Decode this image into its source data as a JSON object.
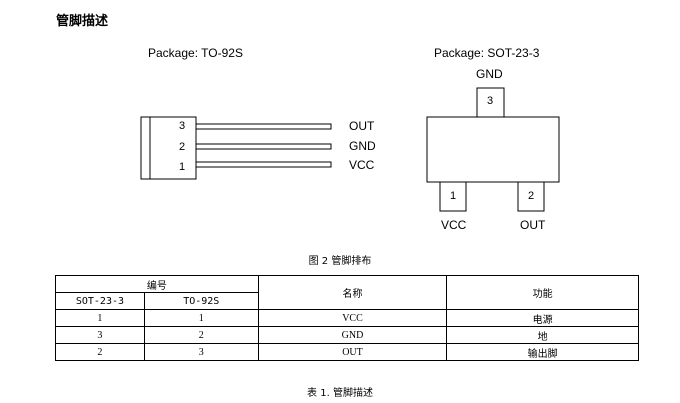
{
  "section_title": "管脚描述",
  "to92s": {
    "package_label": "Package: TO-92S",
    "pins": [
      {
        "number": "3",
        "name": "OUT"
      },
      {
        "number": "2",
        "name": "GND"
      },
      {
        "number": "1",
        "name": "VCC"
      }
    ]
  },
  "sot23": {
    "package_label": "Package: SOT-23-3",
    "top_pin": {
      "number": "3",
      "name": "GND"
    },
    "left_pin": {
      "number": "1",
      "name": "VCC"
    },
    "right_pin": {
      "number": "2",
      "name": "OUT"
    }
  },
  "figure_caption": "图 2 管脚排布",
  "table": {
    "header_group": "编号",
    "header_name": "名称",
    "header_function": "功能",
    "sub_sot": "SOT-23-3",
    "sub_to": "TO-92S",
    "rows": [
      {
        "sot": "1",
        "to": "1",
        "name": "VCC",
        "function": "电源"
      },
      {
        "sot": "3",
        "to": "2",
        "name": "GND",
        "function": "地"
      },
      {
        "sot": "2",
        "to": "3",
        "name": "OUT",
        "function": "输出脚"
      }
    ]
  },
  "table_caption": "表 1.  管脚描述"
}
